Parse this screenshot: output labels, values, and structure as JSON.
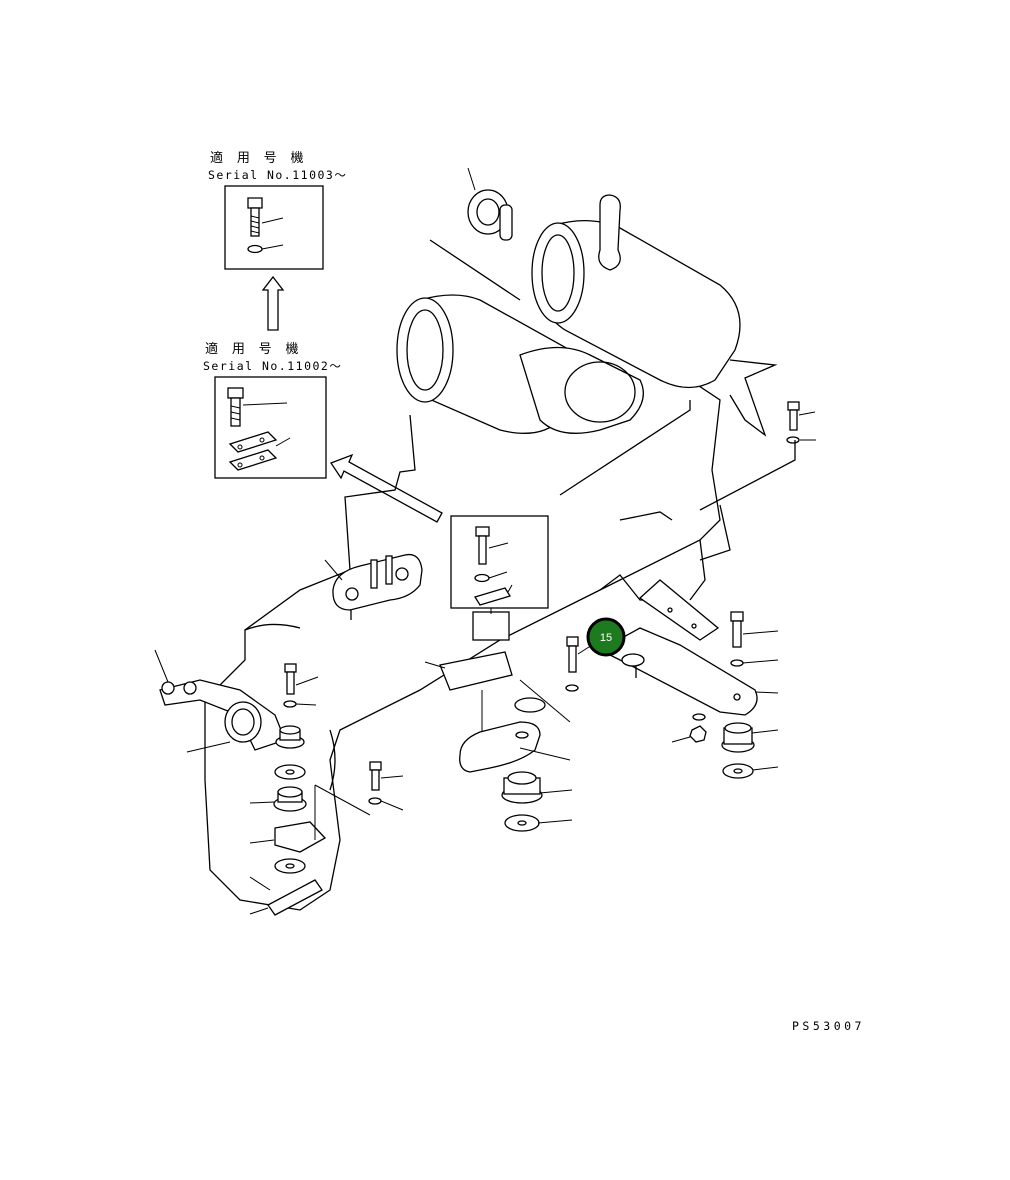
{
  "insets": {
    "upper": {
      "heading": "適 用 号 機",
      "serial": "Serial No.11003〜"
    },
    "lower": {
      "heading": "適 用 号 機",
      "serial": "Serial No.11002〜"
    }
  },
  "callout": {
    "number": "15",
    "color": "#1e7a1e"
  },
  "figure_code": "PS53007"
}
